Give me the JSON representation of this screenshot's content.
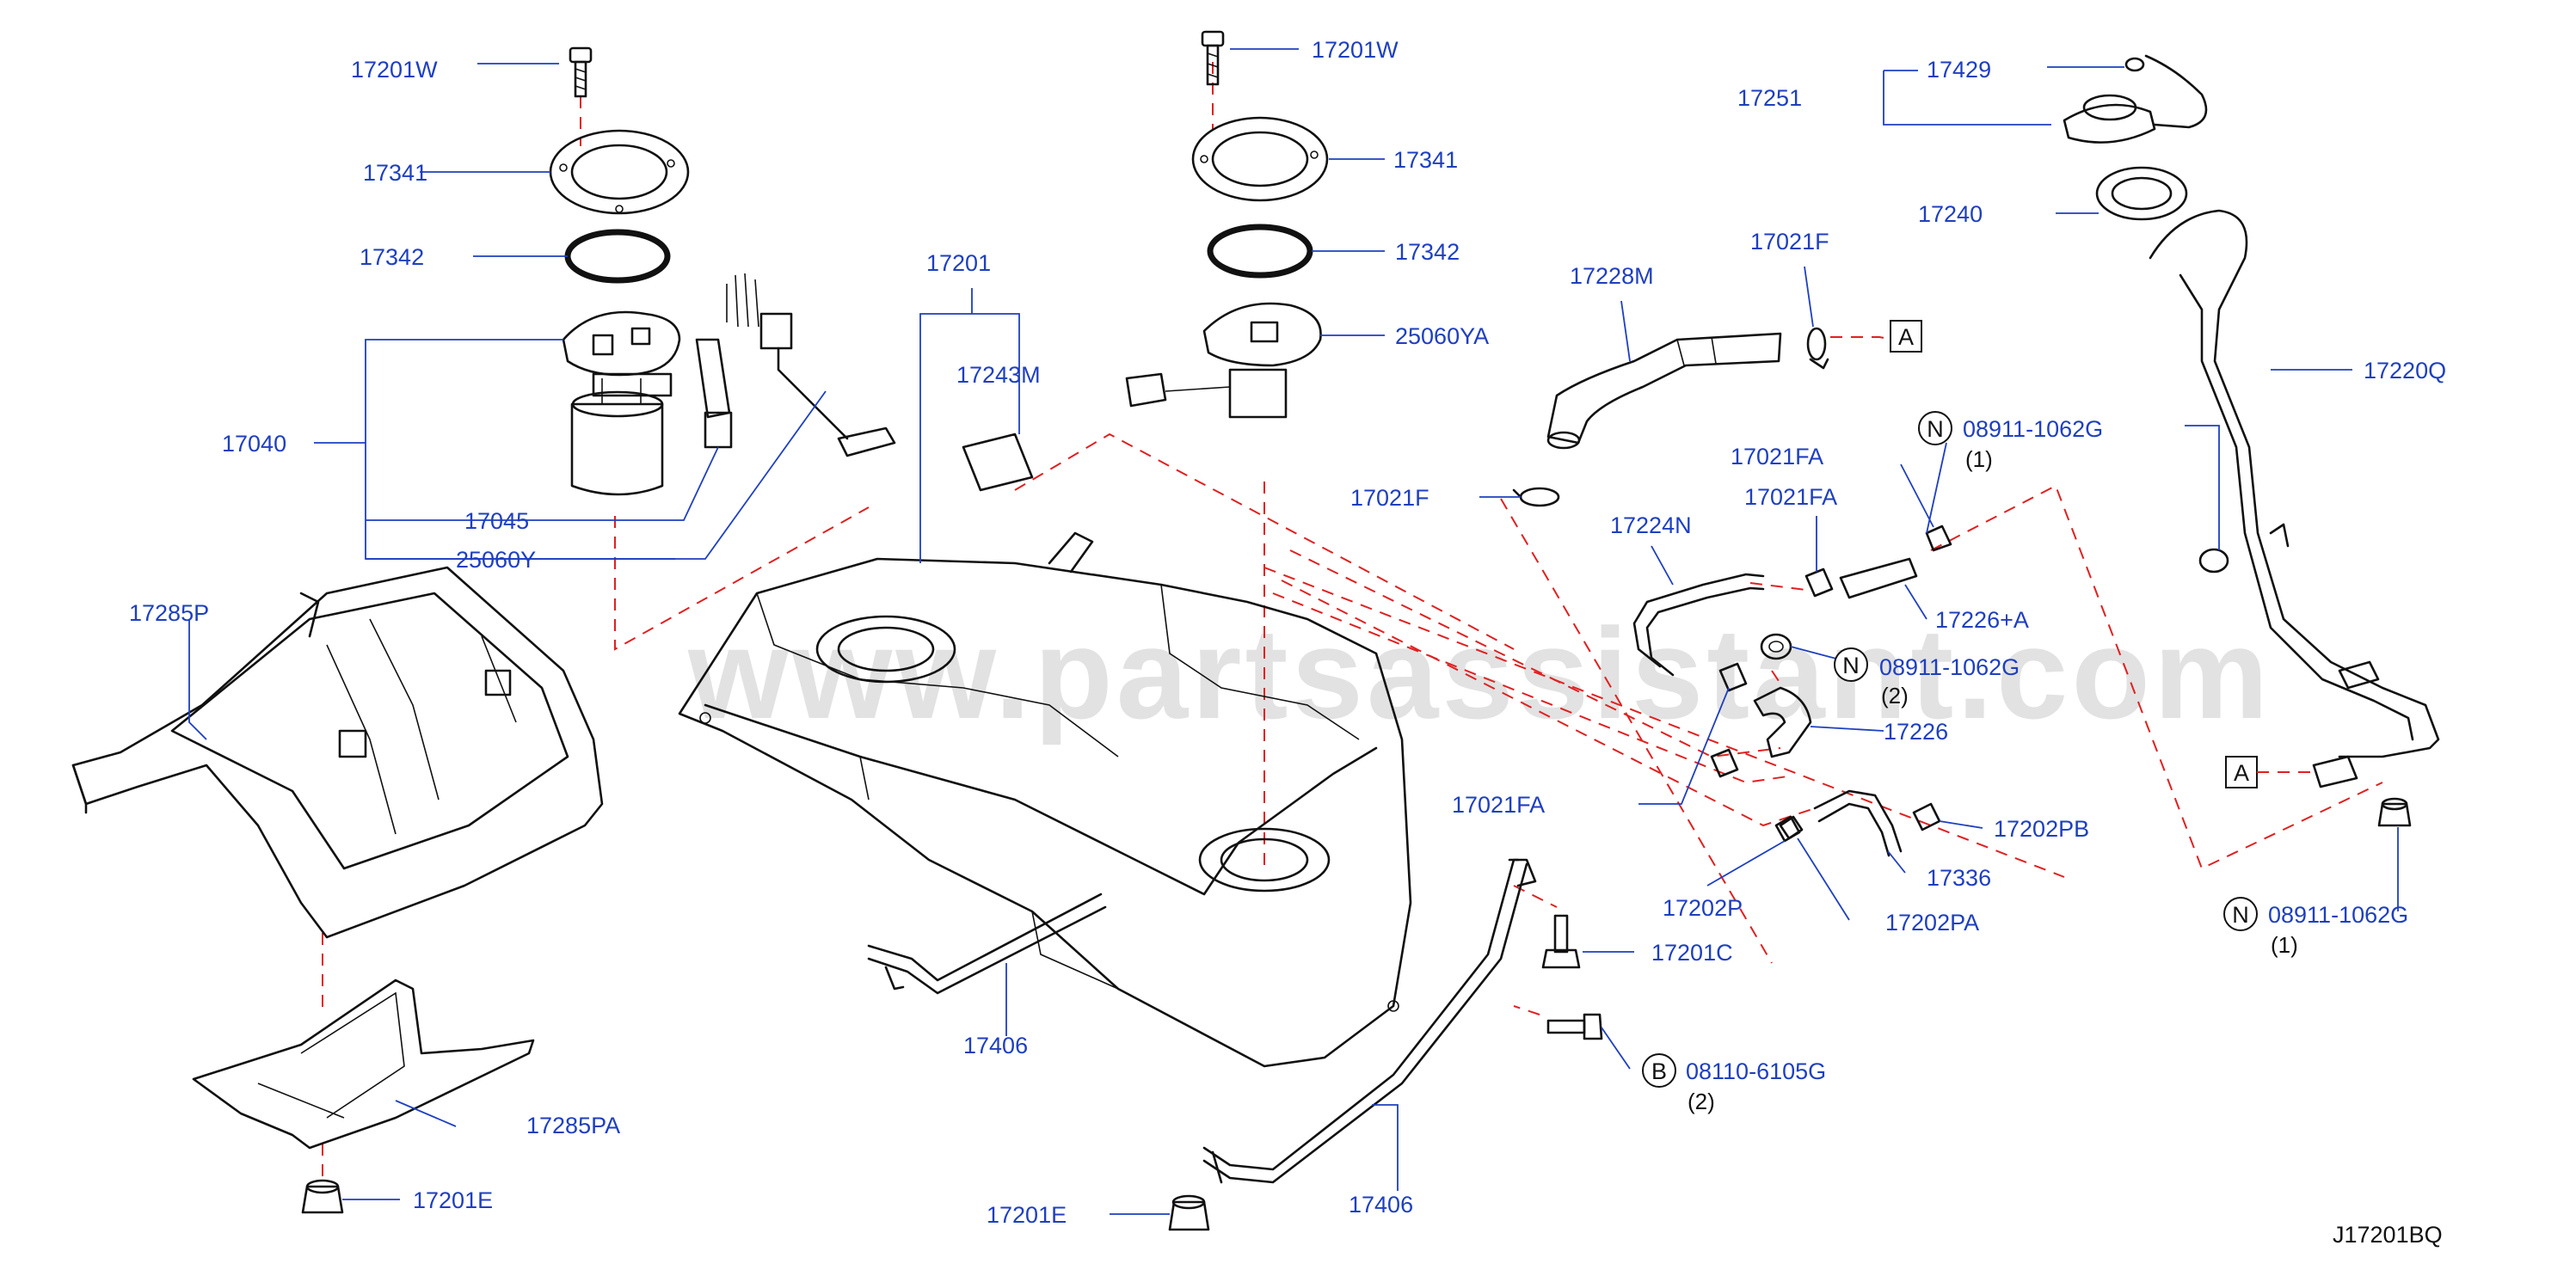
{
  "watermark": "www.partsassistant.com",
  "diagram_code": "J17201BQ",
  "callouts": {
    "c_17201W_l": "17201W",
    "c_17341_l": "17341",
    "c_17342_l": "17342",
    "c_17040": "17040",
    "c_17045": "17045",
    "c_25060Y": "25060Y",
    "c_17285P": "17285P",
    "c_17285PA": "17285PA",
    "c_17201E_l": "17201E",
    "c_17201": "17201",
    "c_17243M": "17243M",
    "c_17201W_r": "17201W",
    "c_17341_r": "17341",
    "c_17342_r": "17342",
    "c_25060YA": "25060YA",
    "c_17406_l": "17406",
    "c_17406_r": "17406",
    "c_17201E_r": "17201E",
    "c_17201C": "17201C",
    "c_08110": "08110-6105G",
    "c_08110_q": "(2)",
    "c_17228M": "17228M",
    "c_17021F_t": "17021F",
    "c_17021F_m": "17021F",
    "c_17224N": "17224N",
    "c_17021FA_1": "17021FA",
    "c_17021FA_2": "17021FA",
    "c_17021FA_3": "17021FA",
    "c_17226A": "17226+A",
    "c_17226": "17226",
    "c_08911_a": "08911-1062G",
    "c_08911_a_q": "(1)",
    "c_08911_b": "08911-1062G",
    "c_08911_b_q": "(2)",
    "c_08911_c": "08911-1062G",
    "c_08911_c_q": "(1)",
    "c_17202P": "17202P",
    "c_17202PA": "17202PA",
    "c_17202PB": "17202PB",
    "c_17336": "17336",
    "c_17251": "17251",
    "c_17429": "17429",
    "c_17240": "17240",
    "c_17220Q": "17220Q",
    "ref_A": "A",
    "mark_N": "N",
    "mark_B": "B"
  }
}
